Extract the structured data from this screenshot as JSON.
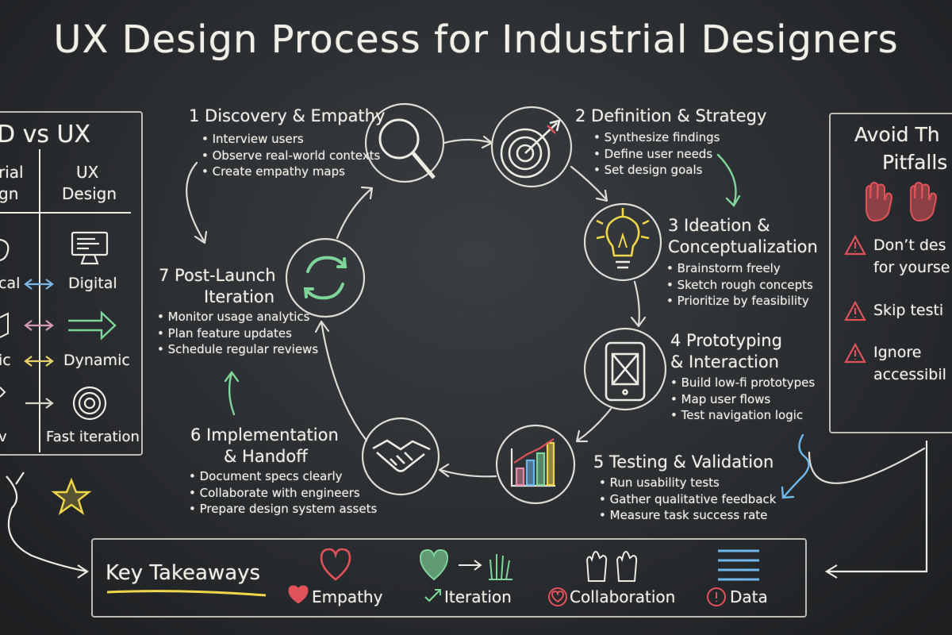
{
  "title": "UX Design Process for Industrial Designers",
  "stages": [
    {
      "title": "1 Discovery & Empathy",
      "icon": "magnifying-glass-icon",
      "items": [
        "Interview users",
        "Observe real-world contexts",
        "Create empathy maps"
      ]
    },
    {
      "title": "2 Definition & Strategy",
      "icon": "target-icon",
      "items": [
        "Synthesize findings",
        "Define user needs",
        "Set design goals"
      ]
    },
    {
      "title_lines": [
        "3 Ideation &",
        "Conceptualization"
      ],
      "icon": "lightbulb-icon",
      "items": [
        "Brainstorm freely",
        "Sketch rough concepts",
        "Prioritize by feasibility"
      ]
    },
    {
      "title_lines": [
        "4 Prototyping",
        "& Interaction"
      ],
      "icon": "phone-wireframe-icon",
      "items": [
        "Build low-fi prototypes",
        "Map user flows",
        "Test navigation logic"
      ]
    },
    {
      "title": "5 Testing & Validation",
      "icon": "bar-chart-icon",
      "items": [
        "Run usability tests",
        "Gather qualitative feedback",
        "Measure task success rate"
      ]
    },
    {
      "title_lines": [
        "6 Implementation",
        "& Handoff"
      ],
      "icon": "handshake-icon",
      "items": [
        "Document specs clearly",
        "Collaborate with engineers",
        "Prepare design system assets"
      ]
    },
    {
      "title_lines": [
        "7 Post-Launch",
        "Iteration"
      ],
      "icon": "refresh-cycle-icon",
      "items": [
        "Monitor usage analytics",
        "Plan feature updates",
        "Schedule regular reviews"
      ]
    }
  ],
  "comparison": {
    "heading": "D vs UX",
    "left_header": [
      "rial",
      "gn"
    ],
    "right_header": [
      "UX",
      "Design"
    ],
    "rows": [
      {
        "left": "cal",
        "right": "Digital",
        "left_icon": "gear-icon",
        "right_icon": "monitor-icon",
        "arrow_icon": "double-arrow-icon",
        "arrow_color": "#7ab8e8"
      },
      {
        "left": "",
        "right": "",
        "left_icon": "cube-icon",
        "right_icon": "big-arrow-icon",
        "arrow_icon": "double-arrow-icon",
        "arrow_color": "#d69ab0"
      },
      {
        "left": "ic",
        "right": "Dynamic",
        "left_icon": "",
        "right_icon": "",
        "arrow_icon": "double-arrow-icon",
        "arrow_color": "#e8d36a"
      },
      {
        "left": "v",
        "right": "Fast iteration",
        "left_icon": "wrench-icon",
        "right_icon": "spiral-icon",
        "arrow_icon": "right-arrow-icon",
        "arrow_color": "#d9d6cc"
      }
    ]
  },
  "pitfalls": {
    "heading": [
      "Avoid Th",
      "Pitfalls"
    ],
    "items": [
      {
        "lines": [
          "Don’t des",
          "for yourse"
        ],
        "icon": "warning-icon"
      },
      {
        "lines": [
          "Skip testi"
        ],
        "icon": "warning-icon"
      },
      {
        "lines": [
          "Ignore",
          "accessibil"
        ],
        "icon": "warning-icon"
      }
    ]
  },
  "takeaways": {
    "heading": "Key Takeaways",
    "items": [
      {
        "label": "Empathy",
        "icon": "heart-icon"
      },
      {
        "label": "Iteration",
        "icon": "cycle-arrow-icon"
      },
      {
        "label": "Collaboration",
        "icon": "heart-outline-icon"
      },
      {
        "label": "Data",
        "icon": "alert-circle-icon"
      }
    ]
  },
  "colors": {
    "chalk": "#f1efe6",
    "green": "#7fd49a",
    "red": "#e0525a",
    "yellow": "#f0d64a",
    "blue": "#6fb6ea",
    "pink": "#e48aa8",
    "board": "#2c2f32"
  }
}
